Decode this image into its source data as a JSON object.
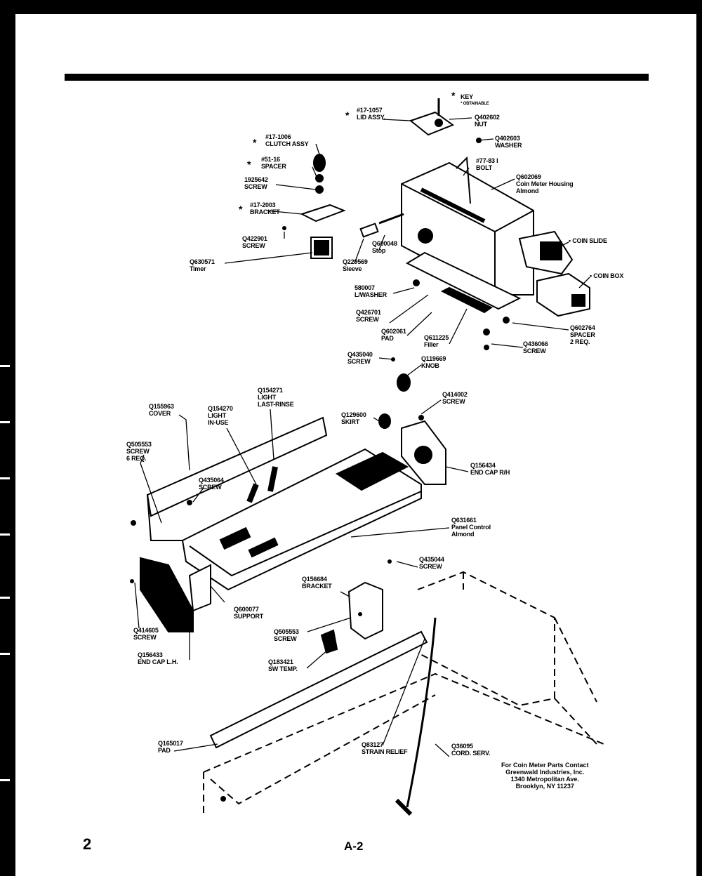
{
  "page": {
    "number": "2",
    "code": "A-2"
  },
  "contact_note": [
    "For Coin Meter Parts Contact",
    "Greenwald Industries, Inc.",
    "1340 Metropolitan Ave.",
    "Brooklyn, NY 11237"
  ],
  "parts": {
    "key": {
      "line1": "KEY",
      "line2": "* OBTAINABLE"
    },
    "lid_assy": {
      "code": "#17-1057",
      "desc": "LID ASSY."
    },
    "nut": {
      "code": "Q402602",
      "desc": "NUT"
    },
    "washer": {
      "code": "Q402603",
      "desc": "WASHER"
    },
    "bolt": {
      "code": "#77-83 I",
      "desc": "BOLT"
    },
    "coin_meter_housing": {
      "code": "Q602069",
      "desc1": "Coin Meter Housing",
      "desc2": "Almond"
    },
    "clutch_assy": {
      "code": "#17-1006",
      "desc": "CLUTCH ASSY"
    },
    "spacer_top": {
      "code": "#51-16",
      "desc": "SPACER"
    },
    "screw_1925642": {
      "code": "1925642",
      "desc": "SCREW"
    },
    "bracket_top": {
      "code": "#17-2003",
      "desc": "BRACKET"
    },
    "screw_q422901": {
      "code": "Q422901",
      "desc": "SCREW"
    },
    "timer": {
      "code": "Q630571",
      "desc": "Timer"
    },
    "stop": {
      "code": "Q600048",
      "desc": "Stop"
    },
    "sleeve": {
      "code": "Q229569",
      "desc": "Sleeve"
    },
    "coin_slide": {
      "desc": "• COIN SLIDE"
    },
    "coin_box": {
      "desc": "• COIN BOX"
    },
    "lwasher": {
      "code": "580007",
      "desc": "L/WASHER"
    },
    "screw_q426701": {
      "code": "Q426701",
      "desc": "SCREW"
    },
    "pad_top": {
      "code": "Q602061",
      "desc": "PAD"
    },
    "filler": {
      "code": "Q611225",
      "desc": "Filler"
    },
    "spacer_2req": {
      "code": "Q602764",
      "desc1": "SPACER",
      "desc2": "2 REQ."
    },
    "screw_q436066": {
      "code": "Q436066",
      "desc": "SCREW"
    },
    "screw_q435040": {
      "code": "Q435040",
      "desc": "SCREW"
    },
    "knob": {
      "code": "Q119669",
      "desc": "KNOB"
    },
    "light_last_rinse": {
      "code": "Q154271",
      "desc1": "LIGHT",
      "desc2": "LAST-RINSE"
    },
    "cover": {
      "code": "Q155963",
      "desc": "COVER"
    },
    "light_in_use": {
      "code": "Q154270",
      "desc1": "LIGHT",
      "desc2": "IN-USE"
    },
    "skirt": {
      "code": "Q129600",
      "desc": "SKIRT"
    },
    "screw_q414002": {
      "code": "Q414002",
      "desc": "SCREW"
    },
    "screw_6req": {
      "code": "Q505553",
      "desc1": "SCREW",
      "desc2": "6 REQ."
    },
    "screw_q435064_a": {
      "code": "Q435064",
      "desc": "SCREW"
    },
    "end_cap_rh": {
      "code": "Q156434",
      "desc": "END CAP R/H"
    },
    "panel_control": {
      "code": "Q631661",
      "desc1": "Panel Control",
      "desc2": "Almond"
    },
    "screw_q435044": {
      "code": "Q435044",
      "desc": "SCREW"
    },
    "bracket_lower": {
      "code": "Q156684",
      "desc": "BRACKET"
    },
    "support": {
      "code": "Q600077",
      "desc": "SUPPORT"
    },
    "screw_q414605": {
      "code": "Q414605",
      "desc": "SCREW"
    },
    "screw_q505553": {
      "code": "Q505553",
      "desc": "SCREW"
    },
    "end_cap_lh": {
      "code": "Q156433",
      "desc": "END CAP L.H."
    },
    "sw_temp": {
      "code": "Q183421",
      "desc": "SW TEMP."
    },
    "pad_bottom": {
      "code": "Q165017",
      "desc": "PAD"
    },
    "strain_relief": {
      "code": "Q83127",
      "desc": "STRAIN RELIEF"
    },
    "cord": {
      "code": "Q36095",
      "desc": "CORD. SERV."
    }
  }
}
